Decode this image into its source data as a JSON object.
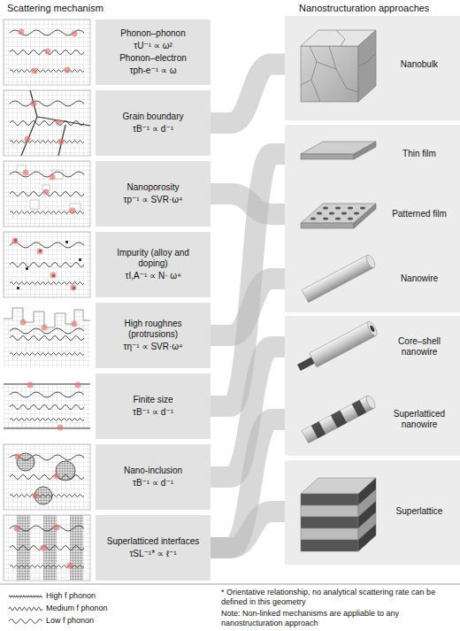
{
  "diagram": {
    "nodes": [
      {
        "text": [
          "Phonon–phonon",
          "τU⁻¹ ∝ ω²",
          "Phonon–electron",
          "τph-e⁻¹ ∝ ω"
        ]
      },
      {
        "text": [
          "Grain boundary",
          "τB⁻¹ ∝ d⁻¹"
        ]
      },
      {
        "text": [
          "Nanoporosity",
          "τp⁻¹ ∝ SVR·ω⁴"
        ]
      },
      {
        "text": [
          "Impurity (alloy and doping)",
          "τI,A⁻¹ ∝ N· ω⁴"
        ]
      },
      {
        "text": [
          "High roughnes (protrusions)",
          "τη⁻¹ ∝ SVR·ω⁴"
        ]
      },
      {
        "text": [
          "Finite size",
          "τB⁻¹ ∝ d⁻¹"
        ]
      },
      {
        "text": [
          "Nano-inclusion",
          "τB⁻¹ ∝ d⁻¹"
        ]
      },
      {
        "text": [
          "Superlatticed interfaces",
          "τSL⁻¹* ∝ ℓ⁻¹"
        ]
      },
      {
        "text": [
          "Nanobulk"
        ]
      },
      {
        "text": [
          "Thin film"
        ]
      },
      {
        "text": [
          "Patterned film"
        ]
      },
      {
        "text": [
          "Nanowire"
        ]
      },
      {
        "text": [
          "Core–shell nanowire"
        ]
      },
      {
        "text": [
          "Superlatticed nanowire"
        ]
      },
      {
        "text": [
          "Superlattice"
        ]
      }
    ],
    "edges": [
      {
        "from": 1,
        "to": 8,
        "arrow": "none"
      },
      {
        "from": 2,
        "to": 10,
        "arrow": "none"
      },
      {
        "from": 4,
        "to": 11,
        "arrow": "none"
      },
      {
        "from": 5,
        "to": 9,
        "arrow": "none"
      },
      {
        "from": 6,
        "to": 12,
        "arrow": "none"
      },
      {
        "from": 7,
        "to": 13,
        "arrow": "none"
      },
      {
        "from": 7,
        "to": 14,
        "arrow": "none"
      }
    ],
    "labels": [
      "Scattering mechanism",
      "Nanostructuration approaches",
      "* Orientative relationship, no analytical scattering rate can be defined in this geometry",
      "Note: Non-linked mechanisms are appliable to any nanostructuration approach"
    ],
    "legend": [
      {
        "text": "High f phonon"
      },
      {
        "text": "Medium f phonon"
      },
      {
        "text": "Low f phonon"
      }
    ]
  }
}
